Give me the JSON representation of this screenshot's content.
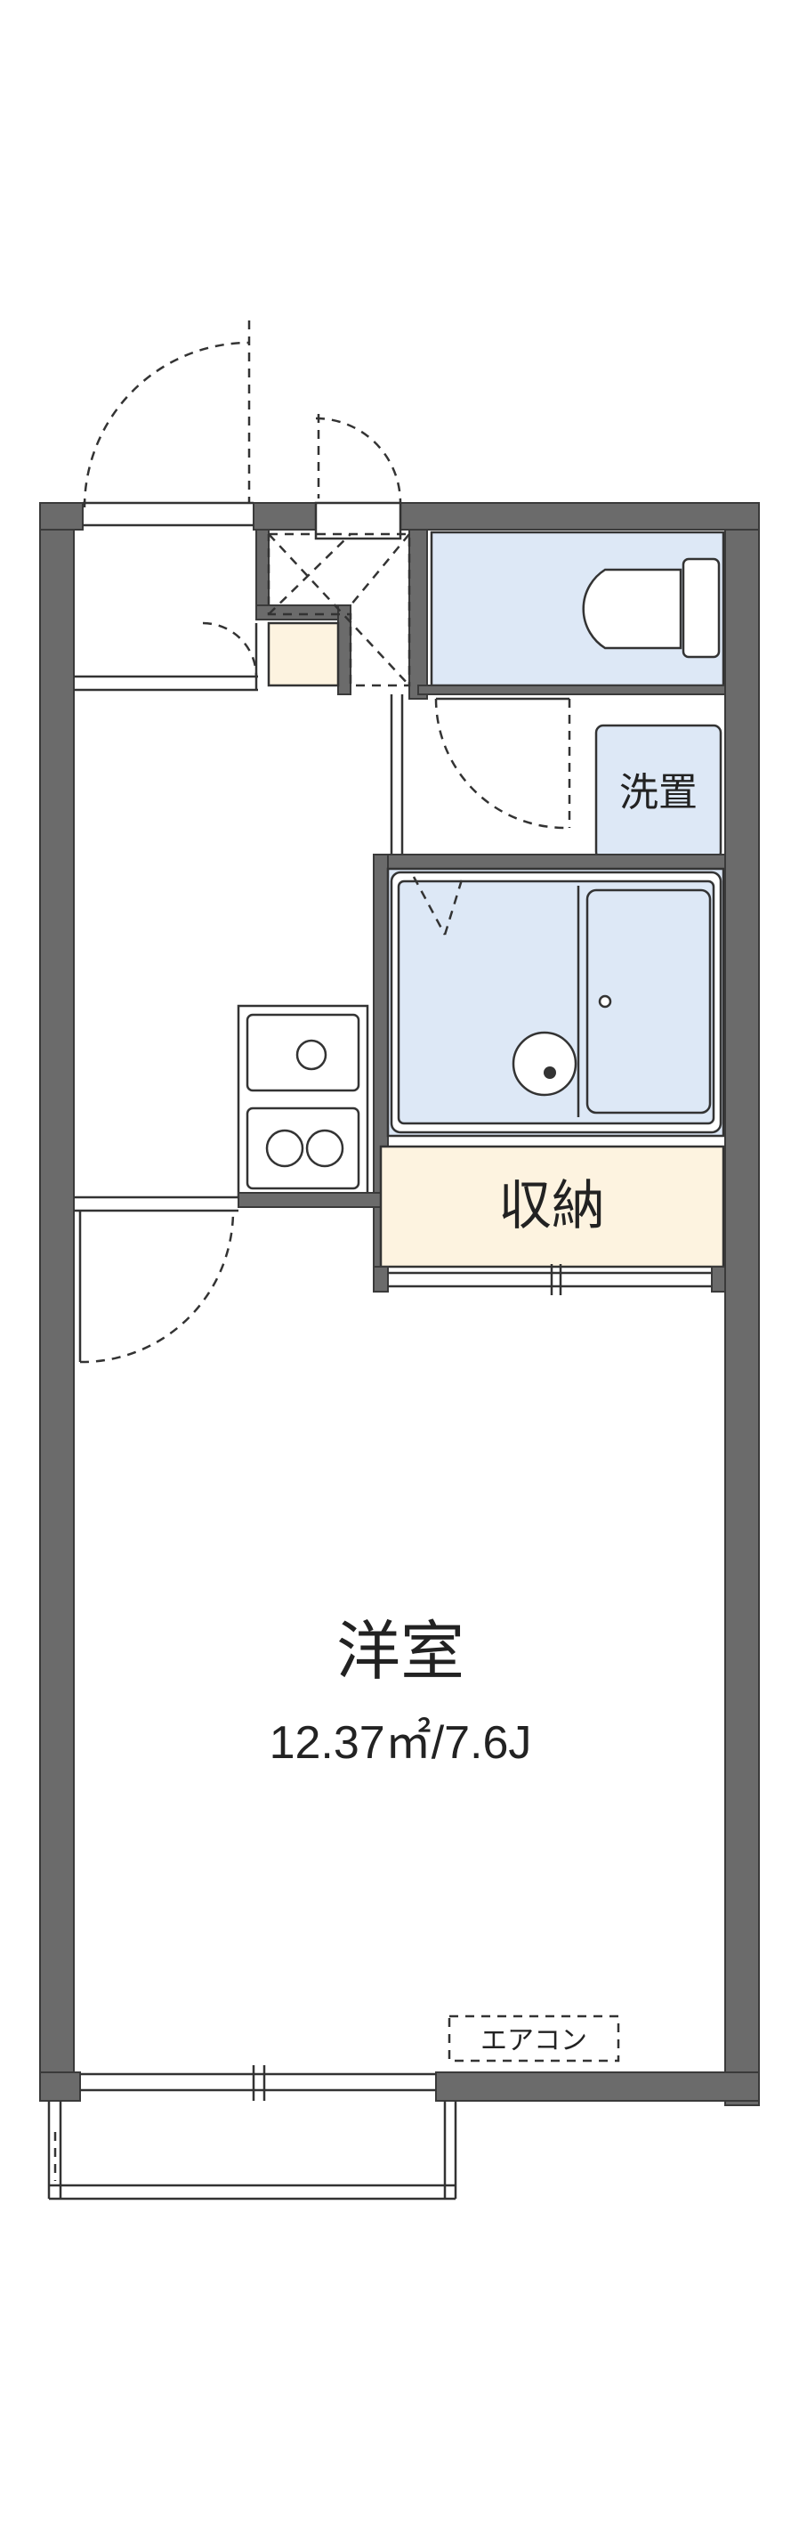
{
  "rooms": {
    "western_room": {
      "name": "洋室",
      "area": "12.37㎡/7.6J"
    },
    "storage": {
      "name": "収納"
    },
    "washer": {
      "name": "洗置"
    },
    "aircon": {
      "name": "エアコン"
    }
  },
  "colors": {
    "wall": "#6b6b6b",
    "wet_area": "#dde8f6",
    "storage_area": "#fdf3e0",
    "line": "#333333",
    "background": "#ffffff"
  }
}
